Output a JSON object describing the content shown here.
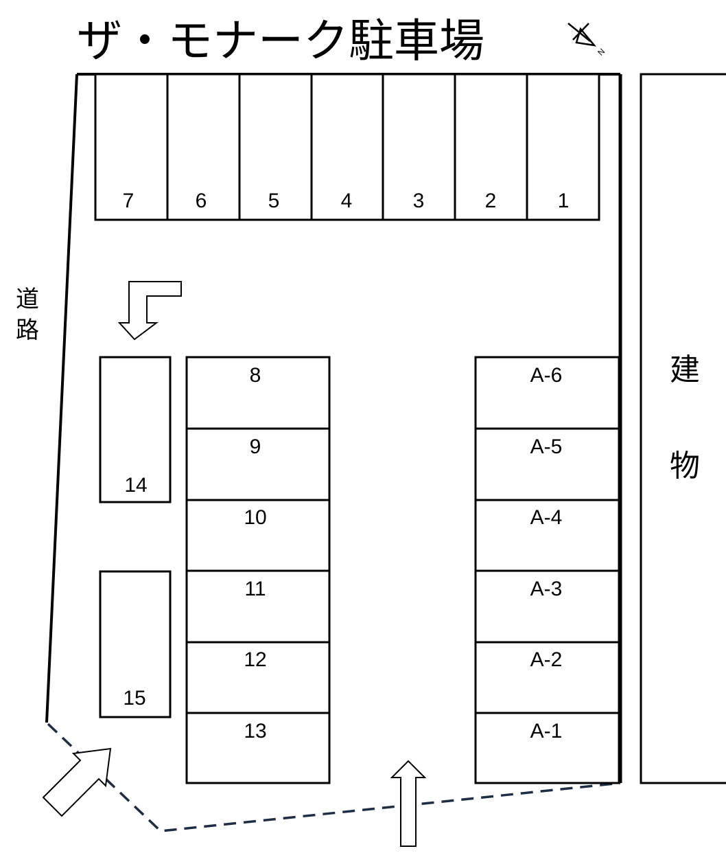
{
  "title": "ザ・モナーク駐車場",
  "compass": "N",
  "road_label": [
    "道",
    "路"
  ],
  "building_label": [
    "建",
    "物"
  ],
  "spaces": {
    "top_row": [
      "7",
      "6",
      "5",
      "4",
      "3",
      "2",
      "1"
    ],
    "middle_column": [
      "8",
      "9",
      "10",
      "11",
      "12",
      "13"
    ],
    "left_column": [
      "14",
      "15"
    ],
    "right_column": [
      "A-6",
      "A-5",
      "A-4",
      "A-3",
      "A-2",
      "A-1"
    ]
  },
  "colors": {
    "line": "#000000",
    "boundary_dashed": "#1f2d44",
    "background": "#ffffff"
  }
}
